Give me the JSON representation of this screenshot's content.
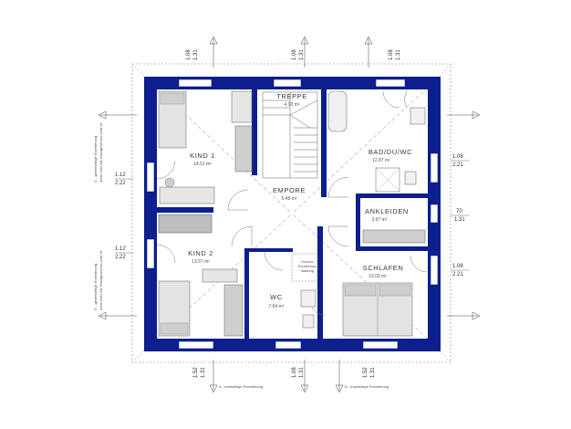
{
  "colors": {
    "wall": "#0c1f8c",
    "window": "#ffffff",
    "furniture": "#8c8c8c",
    "furniture_light": "#d9d9d9",
    "line": "#555555"
  },
  "rooms": {
    "kind1": {
      "name": "KIND 1",
      "area": "14.51 m²"
    },
    "kind2": {
      "name": "KIND 2",
      "area": "13.57 m²"
    },
    "treppe": {
      "name": "TREPPE",
      "area": "4.10 m²"
    },
    "empore": {
      "name": "EMPORE",
      "area": "5.48 m²"
    },
    "bad": {
      "name": "BAD/DU/WC",
      "area": "12.87 m²"
    },
    "ankleiden": {
      "name": "ANKLEIDEN",
      "area": "3.97 m²"
    },
    "schlafen": {
      "name": "SCHLAFEN",
      "area": "13.03 m²"
    },
    "wc": {
      "name": "WC",
      "area": "7.64 m²"
    }
  },
  "notes": {
    "dusche": [
      "Dusche",
      "Sonderaus-",
      "stattung"
    ],
    "left_top": [
      "C - giebelseitige Erweiterung",
      "ohne oder mit Dachgeschoss wird dr."
    ],
    "left_bottom": [
      "D - giebelseitige Erweiterung",
      "ohne oder mit Dachgeschoss wird dr."
    ],
    "bottom_a": "A - traufseitige Erweiterung",
    "bottom_b": "B - traufseitige Erweiterung"
  },
  "dims": {
    "top": [
      [
        "1.08",
        "1.31"
      ],
      [
        "1.08",
        "1.31"
      ],
      [
        "1.08",
        "1.31"
      ]
    ],
    "bottom": [
      [
        "1.52",
        "1.31"
      ],
      [
        "1.08",
        "1.31"
      ],
      [
        "1.52",
        "1.31"
      ]
    ],
    "left": [
      [
        "1.12",
        "2.22"
      ],
      [
        "1.12",
        "2.22"
      ]
    ],
    "right": [
      [
        "1.08",
        "2.21"
      ],
      [
        "70",
        "1.31"
      ],
      [
        "1.08",
        "2.21"
      ]
    ]
  }
}
